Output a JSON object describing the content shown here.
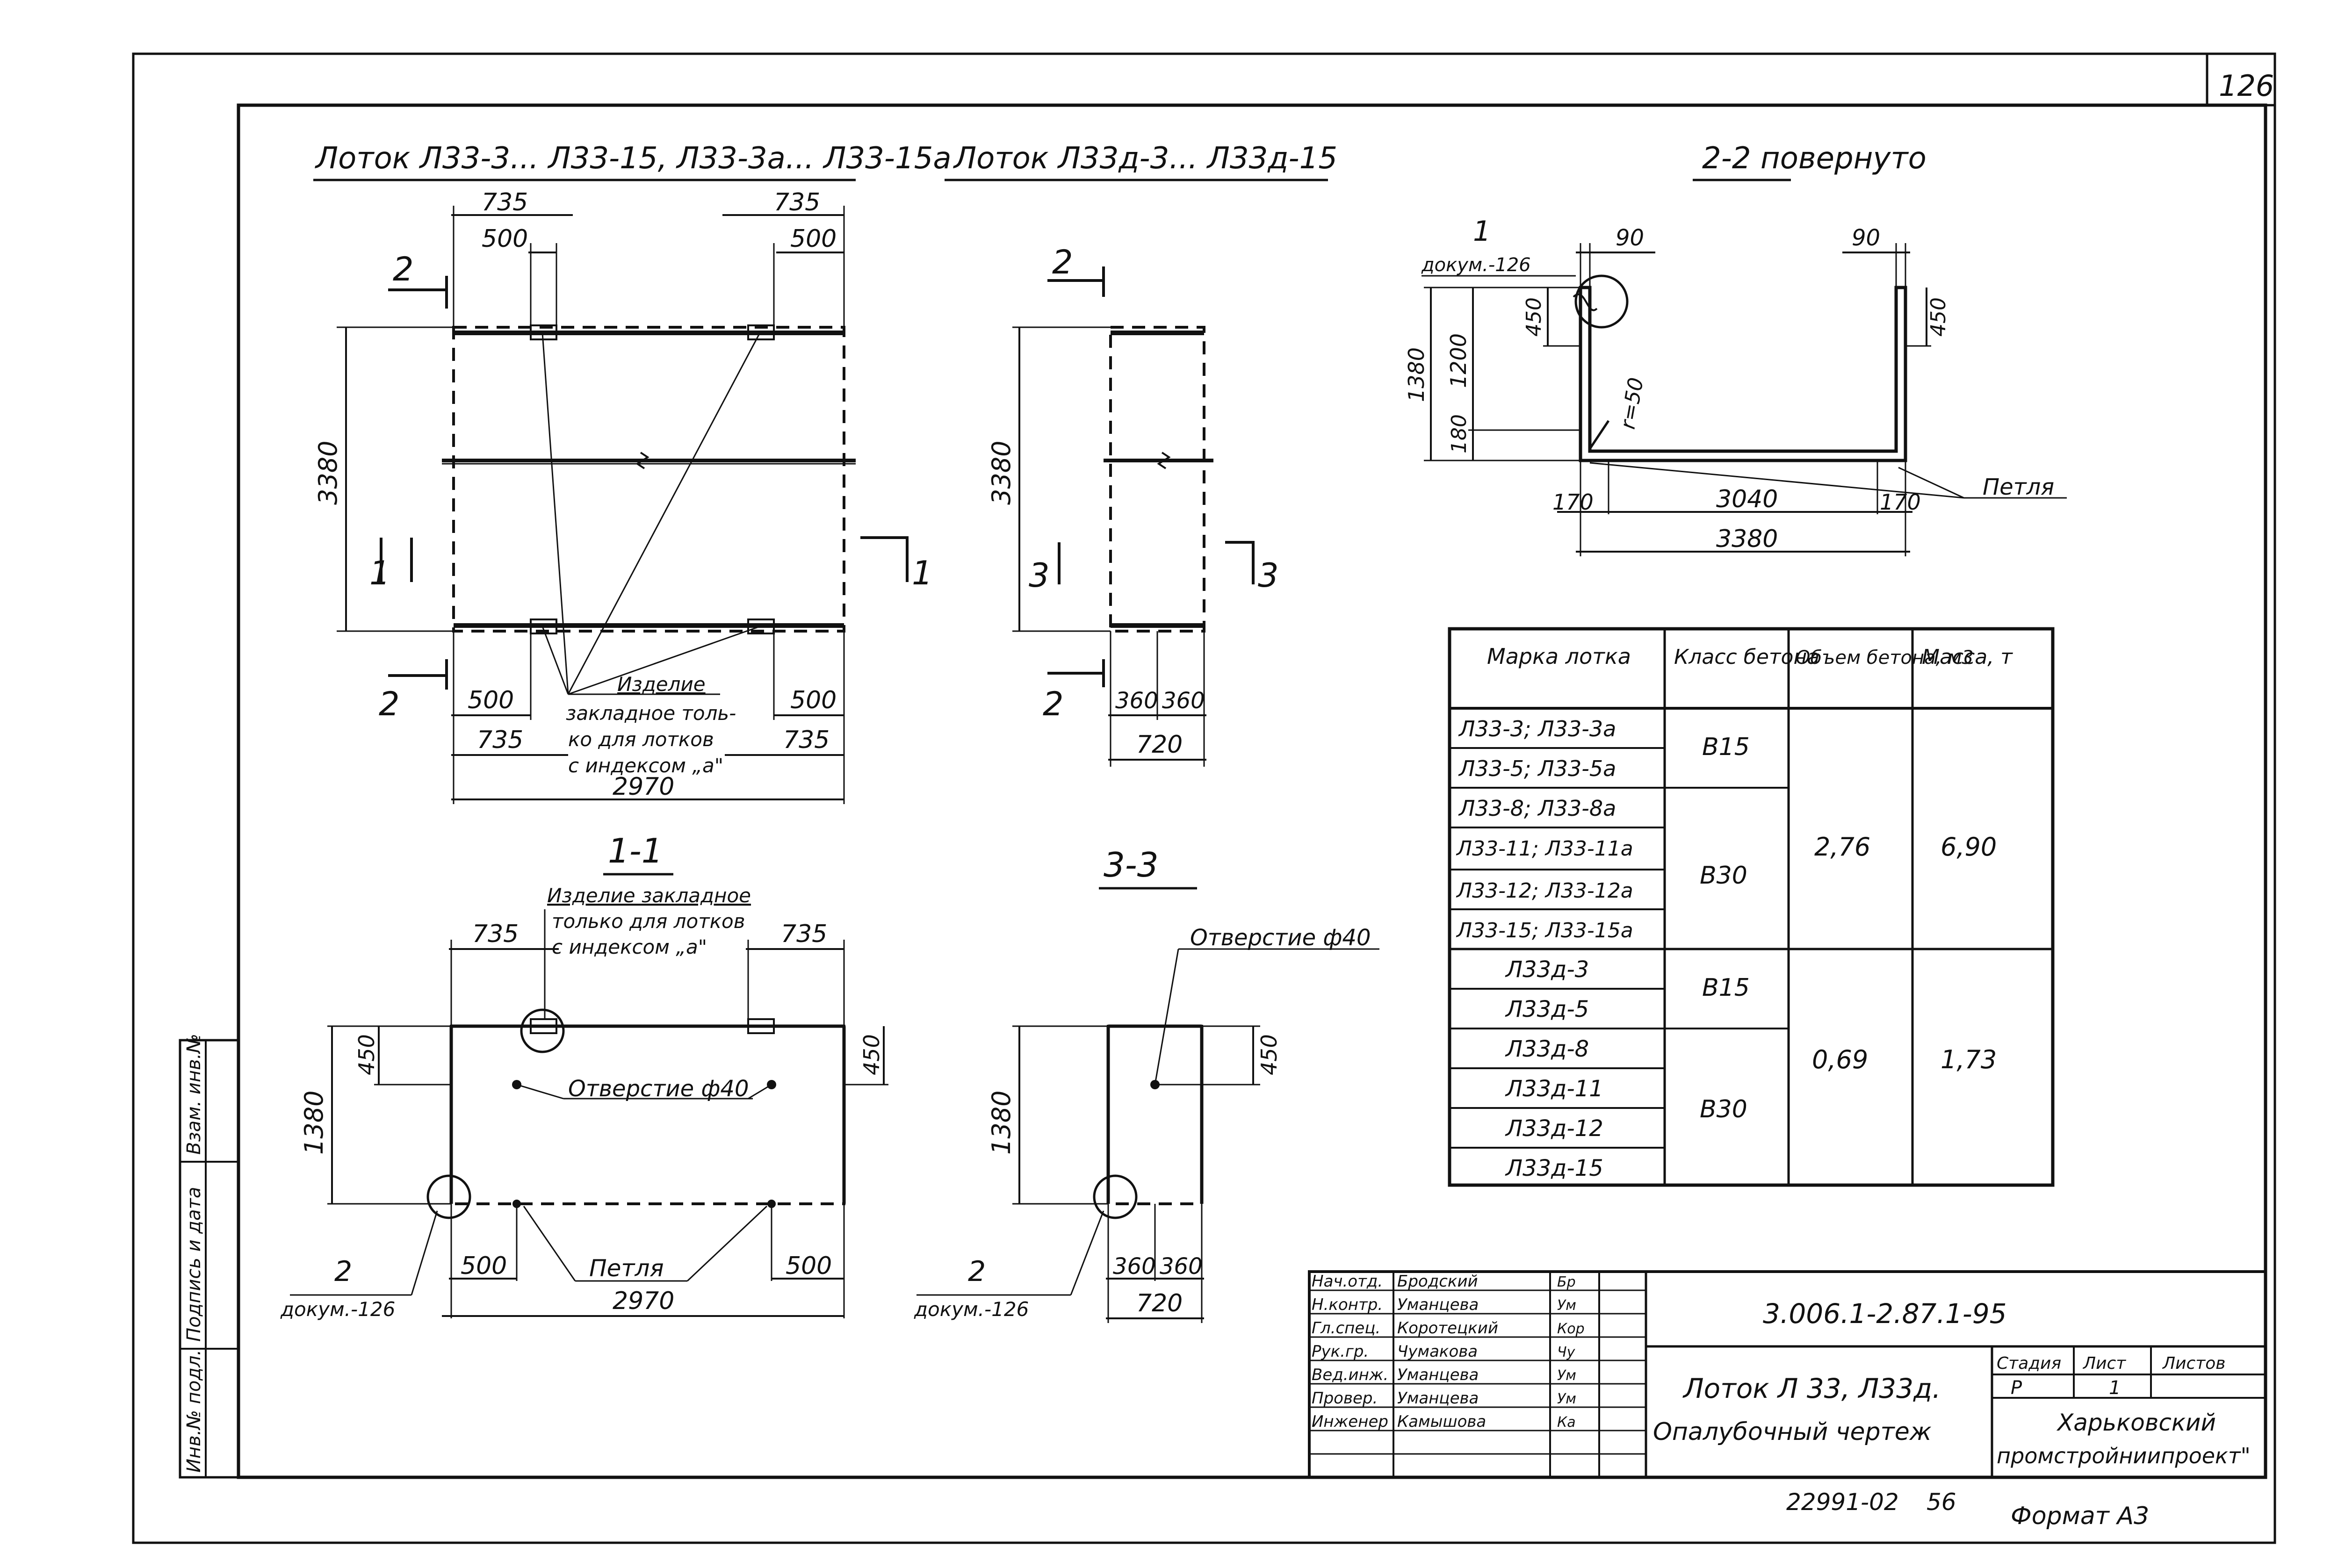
{
  "sheet": {
    "page_no": "126",
    "doc_code": "3.006.1-2.87.1-95",
    "title_line1": "Лоток Л 33, Л33д.",
    "title_line2": "Опалубочный чертеж",
    "org_line1": "Харьковский",
    "org_line2": "промстройниипроект\"",
    "stage_header": "Стадия",
    "sheet_header": "Лист",
    "sheets_header": "Листов",
    "stage": "Р",
    "sheet": "1",
    "sheets": "",
    "archive_no": "22991-02",
    "archive_page": "56",
    "format": "Формат А3"
  },
  "left_stamp": {
    "inv_podl": "Инв.№ подл.",
    "podpis": "Подпись и дата",
    "vzam": "Взам. инв.№"
  },
  "signatures": [
    {
      "role": "Нач.отд.",
      "name": "Бродский",
      "sign": "Бр"
    },
    {
      "role": "Н.контр.",
      "name": "Уманцева",
      "sign": "Ум"
    },
    {
      "role": "Гл.спец.",
      "name": "Коротецкий",
      "sign": "Кор"
    },
    {
      "role": "Рук.гр.",
      "name": "Чумакова",
      "sign": "Чу"
    },
    {
      "role": "Вед.инж.",
      "name": "Уманцева",
      "sign": "Ум"
    },
    {
      "role": "Провер.",
      "name": "Уманцева",
      "sign": "Ум"
    },
    {
      "role": "Инженер",
      "name": "Камышова",
      "sign": "Ка"
    }
  ],
  "views": {
    "plan_l33": {
      "title": "Лоток Л33-3... Л33-15, Л33-3а... Л33-15а",
      "dims": [
        "735",
        "735",
        "500",
        "500",
        "3380",
        "500",
        "500",
        "735",
        "735",
        "2970"
      ],
      "section_marks": [
        "2",
        "2",
        "1",
        "1"
      ],
      "note": [
        "Изделие",
        "закладное толь-",
        "ко для лотков",
        "с индексом „а\""
      ]
    },
    "plan_l33d": {
      "title": "Лоток Л33д-3... Л33д-15",
      "dims": [
        "3380",
        "360",
        "360",
        "720"
      ],
      "section_marks": [
        "2",
        "2",
        "3",
        "3"
      ]
    },
    "section_22": {
      "title": "2-2 повернуто",
      "callout_no": "1",
      "callout_doc": "докум.-126",
      "dims": [
        "90",
        "90",
        "450",
        "450",
        "1200",
        "1380",
        "180",
        "170",
        "3040",
        "170",
        "3380"
      ],
      "radius": "r=50",
      "loop": "Петля"
    },
    "section_11": {
      "title": "1-1",
      "note": [
        "Изделие закладное",
        "только для лотков",
        "с индексом „а\""
      ],
      "dims": [
        "735",
        "735",
        "450",
        "450",
        "1380",
        "500",
        "500",
        "2970"
      ],
      "hole": "Отверстие ф40",
      "loop": "Петля",
      "callout_no": "2",
      "callout_doc": "докум.-126"
    },
    "section_33": {
      "title": "3-3",
      "hole": "Отверстие ф40",
      "dims": [
        "450",
        "1380",
        "360",
        "360",
        "720"
      ],
      "callout_no": "2",
      "callout_doc": "докум.-126"
    }
  },
  "spec_table": {
    "headers": [
      "Марка лотка",
      "Класс бетона",
      "Объем бетона, м3",
      "Масса, т"
    ],
    "marks": [
      "Л33-3; Л33-3а",
      "Л33-5; Л33-5а",
      "Л33-8; Л33-8а",
      "Л33-11; Л33-11а",
      "Л33-12; Л33-12а",
      "Л33-15; Л33-15а",
      "Л33д-3",
      "Л33д-5",
      "Л33д-8",
      "Л33д-11",
      "Л33д-12",
      "Л33д-15"
    ],
    "classes": [
      "В15",
      "В30",
      "В15",
      "В30"
    ],
    "volumes": [
      "2,76",
      "0,69"
    ],
    "masses": [
      "6,90",
      "1,73"
    ]
  }
}
